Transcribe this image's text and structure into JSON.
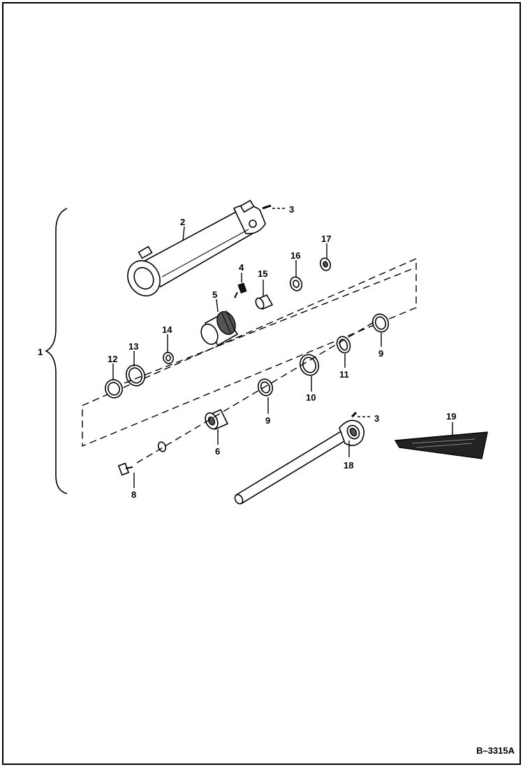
{
  "figure": {
    "code": "B–3315A",
    "assembly_callout": "1"
  },
  "callouts": {
    "c2": "2",
    "c3a": "3",
    "c4": "4",
    "c15": "15",
    "c16": "16",
    "c17": "17",
    "c5": "5",
    "c14": "14",
    "c13": "13",
    "c12": "12",
    "c9a": "9",
    "c11": "11",
    "c10": "10",
    "c9b": "9",
    "c6": "6",
    "c3b": "3",
    "c19": "19",
    "c18": "18",
    "c8": "8"
  }
}
